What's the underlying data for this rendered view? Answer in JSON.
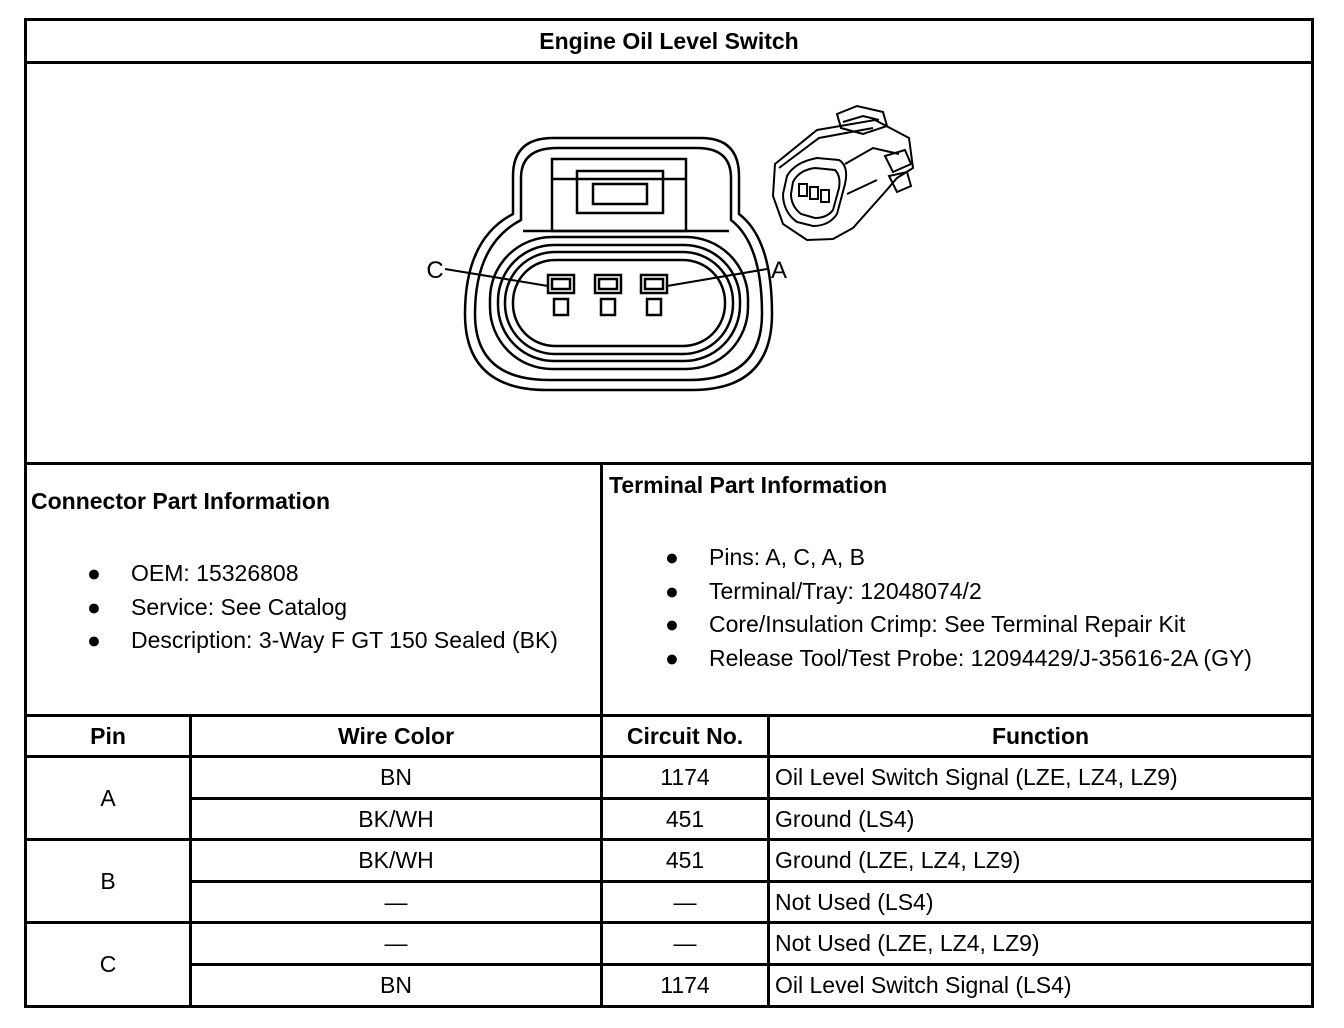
{
  "title": "Engine Oil Level Switch",
  "diagram": {
    "pin_labels": {
      "left": "C",
      "right": "A"
    }
  },
  "connector_info": {
    "heading": "Connector Part Information",
    "items": [
      "OEM: 15326808",
      "Service: See Catalog",
      "Description: 3-Way F GT 150 Sealed (BK)"
    ]
  },
  "terminal_info": {
    "heading": "Terminal Part Information",
    "items": [
      "Pins: A, C, A, B",
      "Terminal/Tray: 12048074/2",
      "Core/Insulation Crimp: See Terminal Repair Kit",
      "Release Tool/Test Probe: 12094429/J-35616-2A (GY)"
    ]
  },
  "table": {
    "headers": {
      "pin": "Pin",
      "wire_color": "Wire Color",
      "circuit": "Circuit No.",
      "function": "Function"
    },
    "pins": [
      "A",
      "B",
      "C"
    ],
    "rows": [
      {
        "wire_color": "BN",
        "circuit": "1174",
        "function": "Oil Level Switch Signal (LZE, LZ4, LZ9)"
      },
      {
        "wire_color": "BK/WH",
        "circuit": "451",
        "function": "Ground (LS4)"
      },
      {
        "wire_color": "BK/WH",
        "circuit": "451",
        "function": "Ground (LZE, LZ4, LZ9)"
      },
      {
        "wire_color": "—",
        "circuit": "—",
        "function": "Not Used (LS4)"
      },
      {
        "wire_color": "—",
        "circuit": "—",
        "function": "Not Used (LZE, LZ4, LZ9)"
      },
      {
        "wire_color": "BN",
        "circuit": "1174",
        "function": "Oil Level Switch Signal (LS4)"
      }
    ]
  }
}
